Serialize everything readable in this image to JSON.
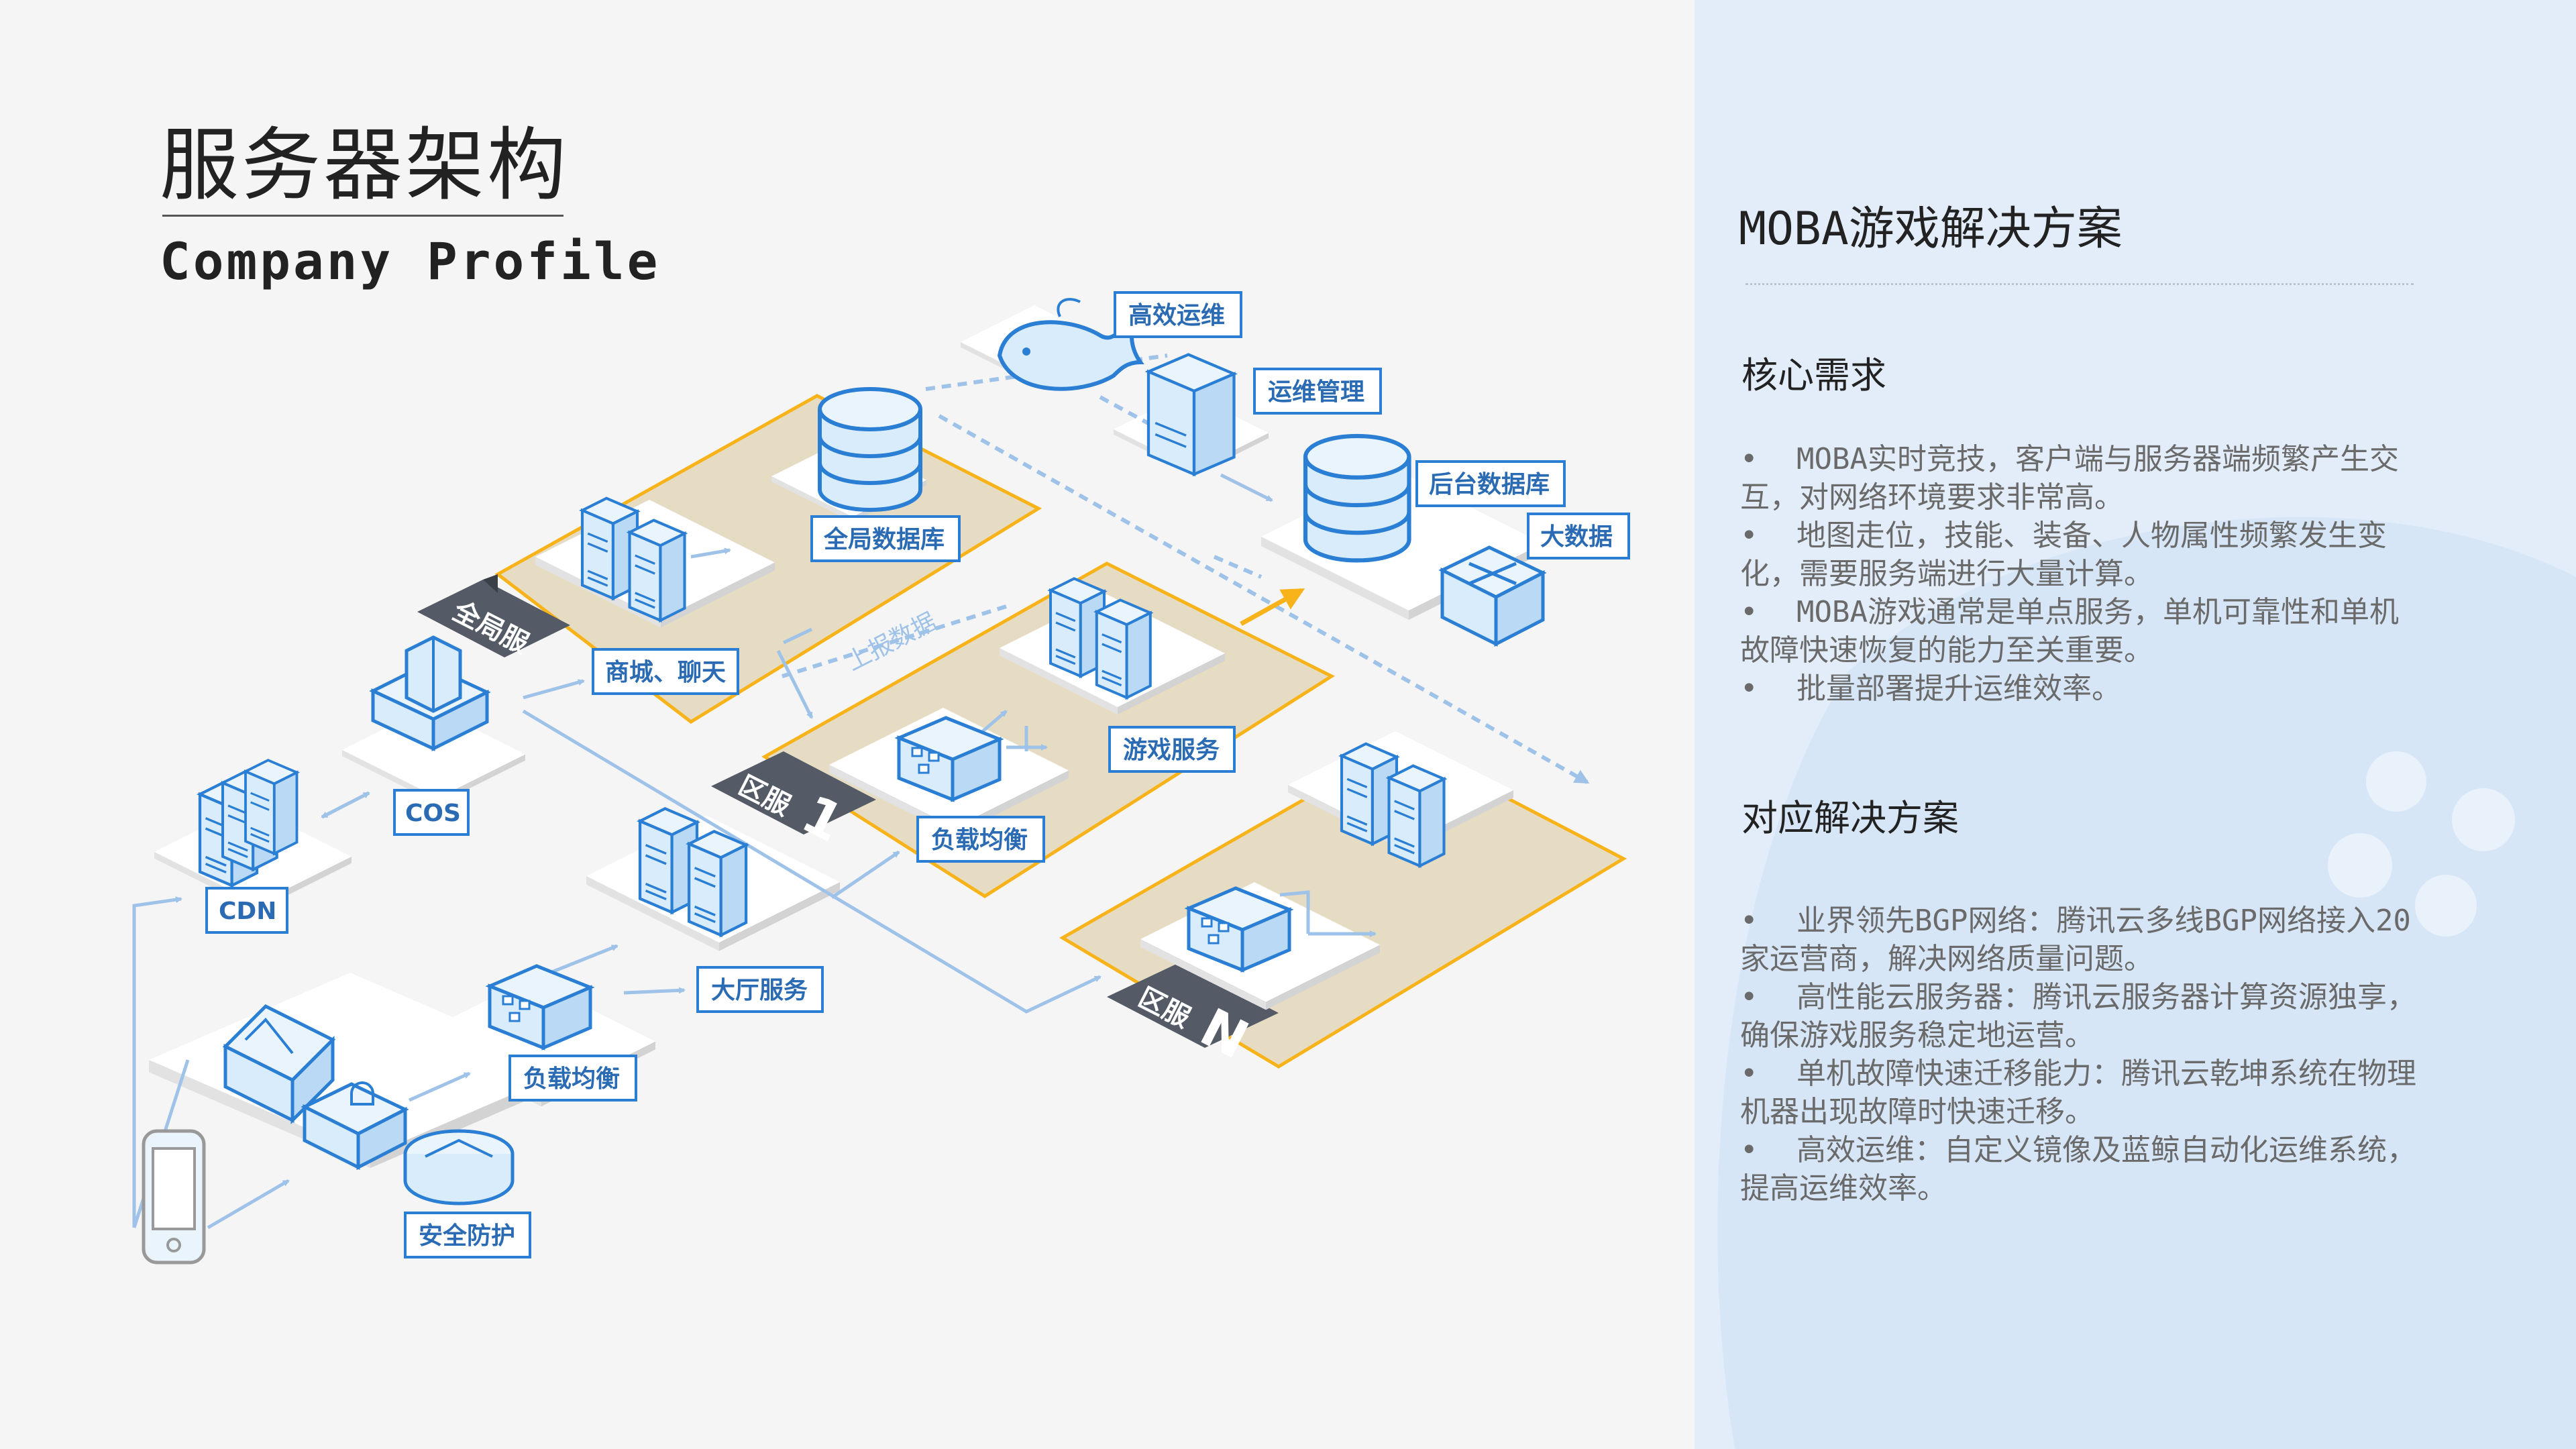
{
  "header": {
    "title": "服务器架构",
    "subtitle": "Company Profile"
  },
  "diagram": {
    "labels": {
      "efficient_ops": "高效运维",
      "ops_management": "运维管理",
      "backend_db": "后台数据库",
      "big_data": "大数据",
      "global_db": "全局数据库",
      "mall_chat": "商城、聊天",
      "cos": "COS",
      "cdn": "CDN",
      "game_service": "游戏服务",
      "load_balance_zone": "负载均衡",
      "lobby_service": "大厅服务",
      "load_balance": "负载均衡",
      "security": "安全防护"
    },
    "zones": {
      "global": "全局服",
      "zone1_prefix": "区服",
      "zone1_suffix": "1",
      "zoneN_prefix": "区服",
      "zoneN_suffix": "N"
    },
    "flow_label": "上报数据"
  },
  "solution": {
    "title": "MOBA游戏解决方案",
    "core_heading": "核心需求",
    "core_items": [
      "MOBA实时竞技，客户端与服务器端频繁产生交互，对网络环境要求非常高。",
      "地图走位，技能、装备、人物属性频繁发生变化，需要服务端进行大量计算。",
      "MOBA游戏通常是单点服务，单机可靠性和单机故障快速恢复的能力至关重要。",
      "批量部署提升运维效率。"
    ],
    "response_heading": "对应解决方案",
    "response_items": [
      "业界领先BGP网络：腾讯云多线BGP网络接入20家运营商，解决网络质量问题。",
      "高性能云服务器：腾讯云服务器计算资源独享，确保游戏服务稳定地运营。",
      "单机故障快速迁移能力：腾讯云乾坤系统在物理机器出现故障时快速迁移。",
      "高效运维：自定义镜像及蓝鲸自动化运维系统，提高运维效率。"
    ],
    "bullet_char": "•"
  },
  "colors": {
    "accent_blue": "#2a7fd4",
    "icon_fill": "#d9ecfb",
    "zone_fill": "#e6dcc3",
    "zone_border": "#f7b319",
    "zone_tag": "#545b66",
    "right_panel": "#e3edf9"
  }
}
